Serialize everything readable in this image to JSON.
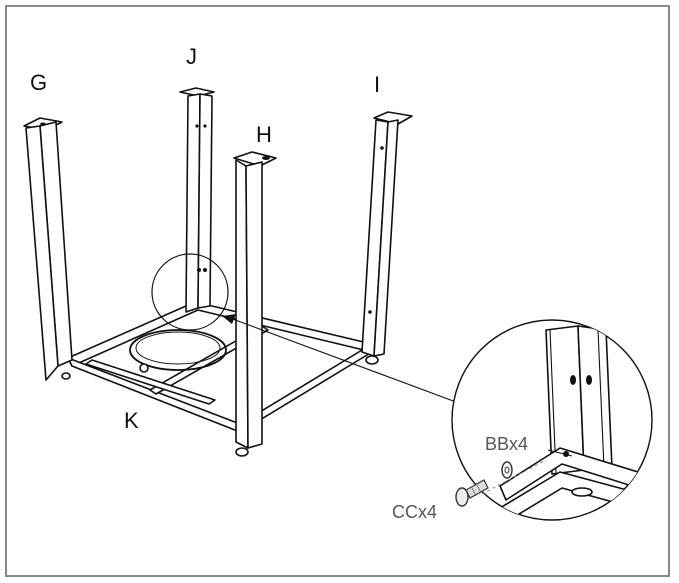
{
  "labels": {
    "leg_g": "G",
    "leg_j": "J",
    "leg_h": "H",
    "leg_i": "I",
    "frame_k": "K",
    "part_bb": "BBx4",
    "part_cc": "CCx4"
  }
}
